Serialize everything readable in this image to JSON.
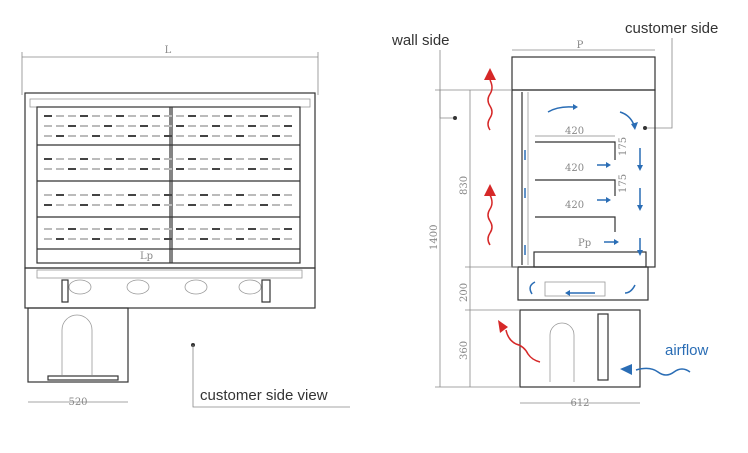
{
  "front_view": {
    "width_label": "L",
    "inner_width_label": "Lp",
    "base_width_label": "520",
    "caption": "customer side view"
  },
  "side_view": {
    "wall_label": "wall side",
    "customer_label": "customer side",
    "depth_label": "P",
    "inner_depth_label": "Pp",
    "shelf_depths": [
      "420",
      "420",
      "420"
    ],
    "shelf_spacing": [
      "175",
      "175"
    ],
    "total_height": "1400",
    "display_height": "830",
    "base_height": "200",
    "unit_height": "360",
    "base_depth": "612",
    "airflow_label": "airflow"
  },
  "colors": {
    "airflow_cold": "#2a6db5",
    "airflow_warm": "#d62828"
  }
}
